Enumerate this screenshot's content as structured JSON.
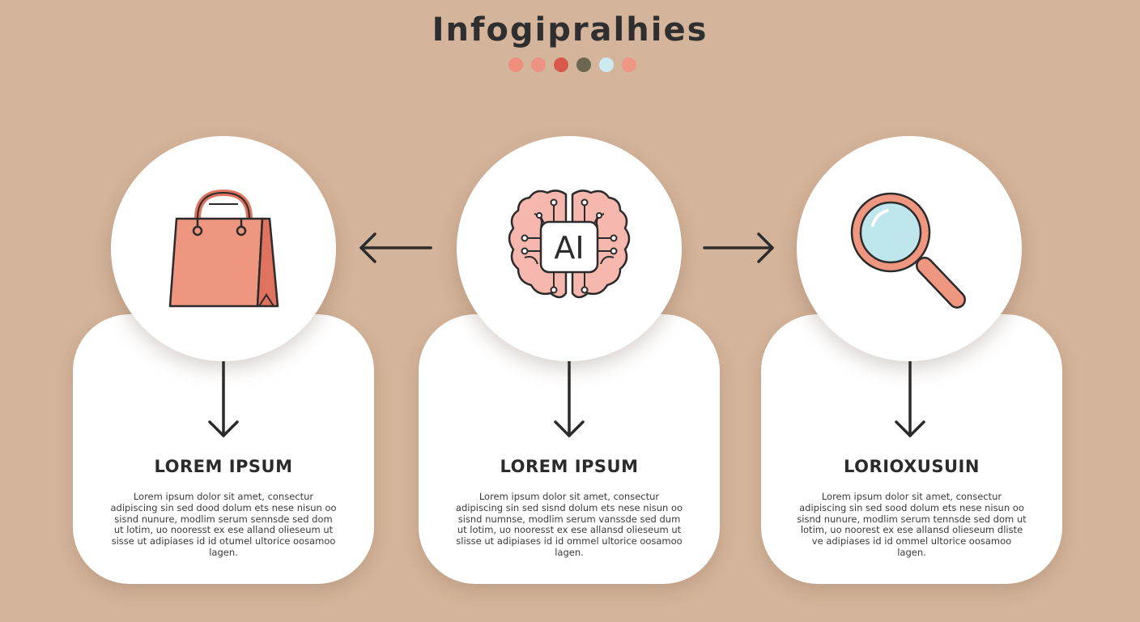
{
  "header": {
    "title": "Infogipralhies",
    "dot_colors": [
      "#ef8e7c",
      "#ee9384",
      "#d9584a",
      "#6e6651",
      "#cdeaf0",
      "#ef9685"
    ]
  },
  "steps": [
    {
      "icon": "shopping-bag-icon",
      "heading": "LOREM IPSUM",
      "body": "Lorem ipsum dolor sit amet, consectur adipiscing sin sed dood dolum ets nese nisun oo sisnd nunure, modlim serum sennsde sed dom ut lotim, uo nooresst ex ese alland olieseum ut sisse ut adipiases id id otumel ultorice oosamoo lagen."
    },
    {
      "icon": "ai-brain-icon",
      "icon_text": "AI",
      "heading": "LOREM IPSUM",
      "body": "Lorem ipsum dolor sit amet, consectur adipiscing sin sed sisnd dolum ets nese nisun oo sisnd numnse, modlim serum vanssde sed dum ut lotim, uo nooresst ex ese allansd olieseum ut slisse ut adipiases id id ommel ultorice oosamoo lagen."
    },
    {
      "icon": "magnifying-glass-icon",
      "heading": "LORIOXUSUIN",
      "body": "Lorem ipsum dolor sit amet, consectur adipiscing sin sed sood dolum ets nese nisun oo sisnd nunure, modlim serum tennsde sed dom ut lotim, uo noorest ex ese allansd olieseum dliste ve adipiases id id ommel ultorice oosamoo lagen."
    }
  ],
  "connectors": {
    "left": "arrow-left-icon",
    "right": "arrow-right-icon",
    "down": "arrow-down-icon"
  },
  "colors": {
    "background": "#d4b49a",
    "coral": "#ef9680",
    "coral_dark": "#e0735f",
    "brain_pink": "#f6b7ae",
    "lens_blue": "#bfe6ec",
    "stroke": "#2b2b2b"
  }
}
